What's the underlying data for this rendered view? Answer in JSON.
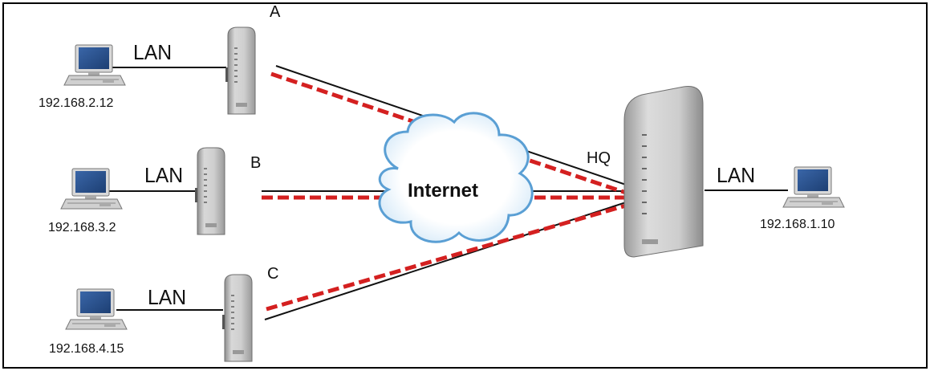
{
  "diagram": {
    "lan_label": "LAN",
    "cloud_label": "Internet",
    "hq_label": "HQ",
    "branches": [
      {
        "name": "A",
        "ip": "192.168.2.12"
      },
      {
        "name": "B",
        "ip": "192.168.3.2"
      },
      {
        "name": "C",
        "ip": "192.168.4.15"
      }
    ],
    "hq_ip": "192.168.1.10"
  },
  "colors": {
    "tunnel": "#d42020",
    "link": "#111111",
    "frame": "#000000",
    "monitor_screen": "#27508d",
    "cloud_fill": "#ffffff",
    "cloud_edge": "#5a9fd4",
    "device_body": "#c9c9c9"
  },
  "icons": [
    "computer-icon",
    "router-icon",
    "cloud-icon"
  ]
}
